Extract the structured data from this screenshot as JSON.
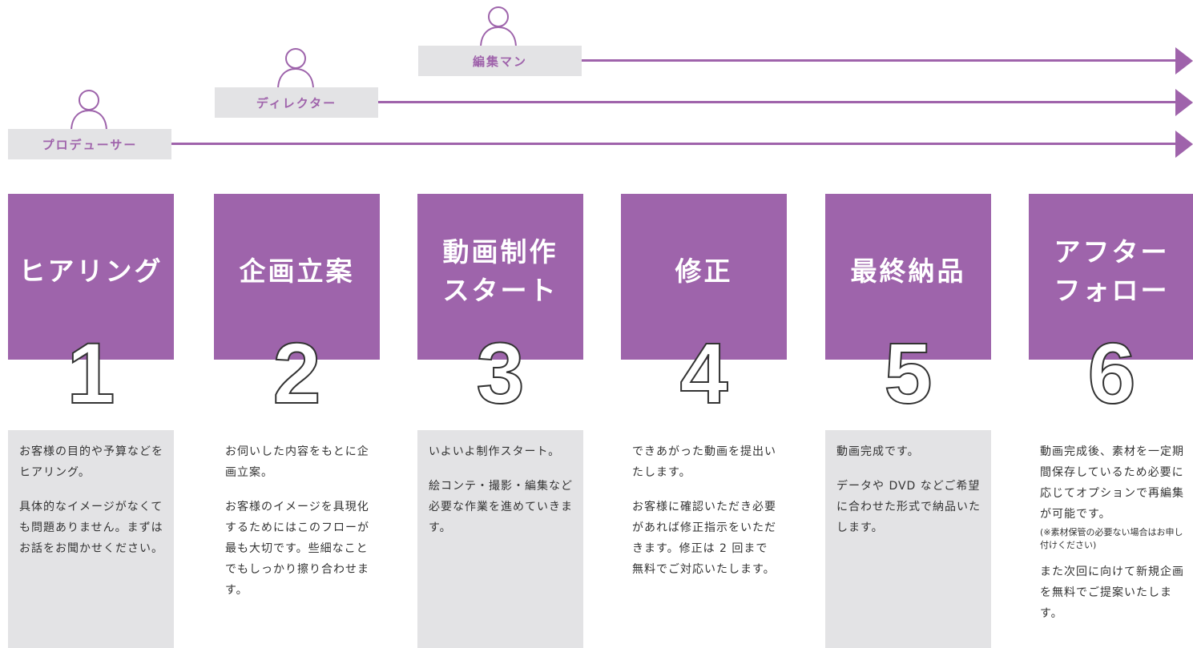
{
  "roles": [
    {
      "label": "編集マン"
    },
    {
      "label": "ディレクター"
    },
    {
      "label": "プロデューサー"
    }
  ],
  "steps": [
    {
      "title": "ヒアリング",
      "number": "1",
      "paragraphs": [
        "お客様の目的や予算などをヒアリング。",
        "具体的なイメージがなくても問題ありません。まずはお話をお聞かせください。"
      ]
    },
    {
      "title": "企画立案",
      "number": "2",
      "paragraphs": [
        "お伺いした内容をもとに企画立案。",
        "お客様のイメージを具現化するためにはこのフローが最も大切です。些細なことでもしっかり擦り合わせます。"
      ]
    },
    {
      "title": "動画制作\nスタート",
      "number": "3",
      "paragraphs": [
        "いよいよ制作スタート。",
        "絵コンテ・撮影・編集など必要な作業を進めていきます。"
      ]
    },
    {
      "title": "修正",
      "number": "4",
      "paragraphs": [
        "できあがった動画を提出いたします。",
        "お客様に確認いただき必要があれば修正指示をいただきます。修正は 2 回まで無料でご対応いたします。"
      ]
    },
    {
      "title": "最終納品",
      "number": "5",
      "paragraphs": [
        "動画完成です。",
        "データや DVD などご希望に合わせた形式で納品いたします。"
      ]
    },
    {
      "title": "アフター\nフォロー",
      "number": "6",
      "paragraphs": [
        "動画完成後、素材を一定期間保存しているため必要に応じてオプションで再編集が可能です。"
      ],
      "note": "(※素材保管の必要ない場合はお申し付けください)",
      "paragraphs_after": [
        "また次回に向けて新規企画を無料でご提案いたします。"
      ]
    }
  ],
  "colors": {
    "accent": "#9e64ab",
    "box": "#e3e3e5",
    "text": "#333333"
  },
  "icons": {
    "person": "person-outline-icon",
    "arrow": "arrow-right-icon"
  }
}
